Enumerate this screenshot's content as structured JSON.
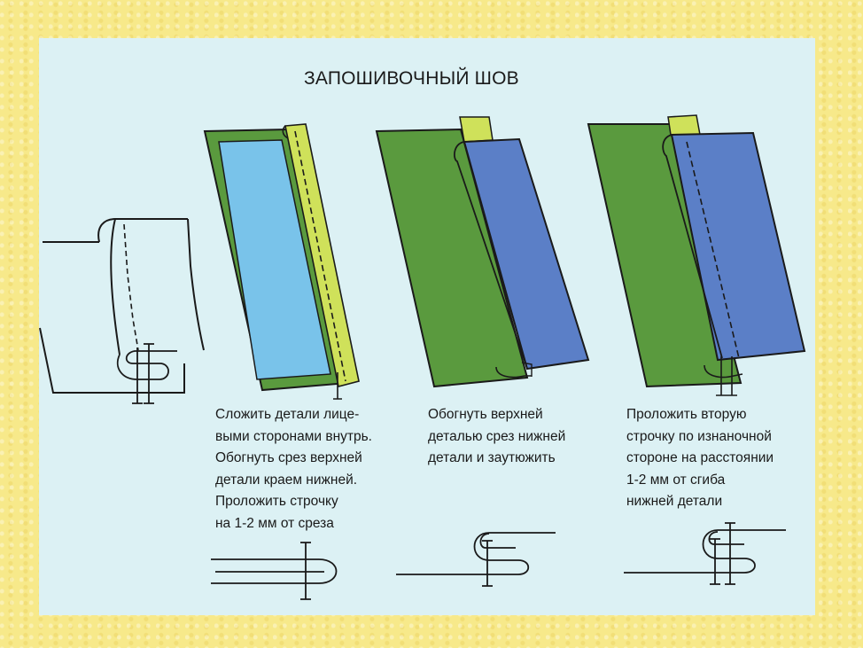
{
  "title": "ЗАПОШИВОЧНЫЙ ШОВ",
  "steps": [
    {
      "caption": "Сложить детали лице-\nвыми сторонами внутрь.\nОбогнуть срез верхней\nдетали краем нижней.\nПроложить строчку\nна 1-2 мм от среза"
    },
    {
      "caption": "Обогнуть верхней\nдеталью срез нижней\nдетали и заутюжить"
    },
    {
      "caption": "Проложить вторую\nстрочку по изнаночной\nстороне на расстоянии\n1-2 мм от сгиба\nнижней детали"
    }
  ],
  "colors": {
    "frame": "#f7e98a",
    "panel": "#dcf1f4",
    "fabric_green": "#5a9a3e",
    "fabric_light_blue": "#79c3ea",
    "fabric_blue": "#5b7fc7",
    "fabric_yellow_green": "#cfe15a",
    "outline": "#1a1a1a"
  }
}
